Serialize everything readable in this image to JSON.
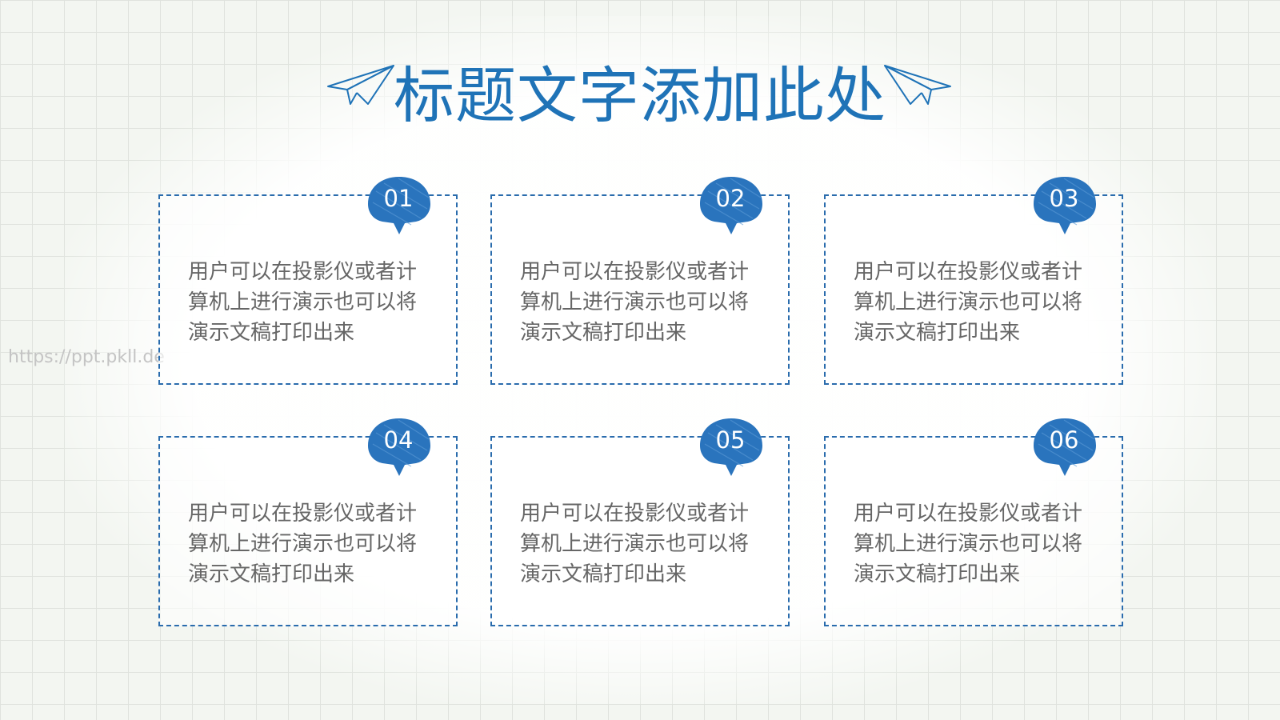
{
  "title": "标题文字添加此处",
  "watermark": "https://ppt.pkll.de",
  "accent": "#1f73b7",
  "cards": [
    {
      "num": "01",
      "text": "用户可以在投影仪或者计算机上进行演示也可以将演示文稿打印出来"
    },
    {
      "num": "02",
      "text": "用户可以在投影仪或者计算机上进行演示也可以将演示文稿打印出来"
    },
    {
      "num": "03",
      "text": "用户可以在投影仪或者计算机上进行演示也可以将演示文稿打印出来"
    },
    {
      "num": "04",
      "text": "用户可以在投影仪或者计算机上进行演示也可以将演示文稿打印出来"
    },
    {
      "num": "05",
      "text": "用户可以在投影仪或者计算机上进行演示也可以将演示文稿打印出来"
    },
    {
      "num": "06",
      "text": "用户可以在投影仪或者计算机上进行演示也可以将演示文稿打印出来"
    }
  ]
}
